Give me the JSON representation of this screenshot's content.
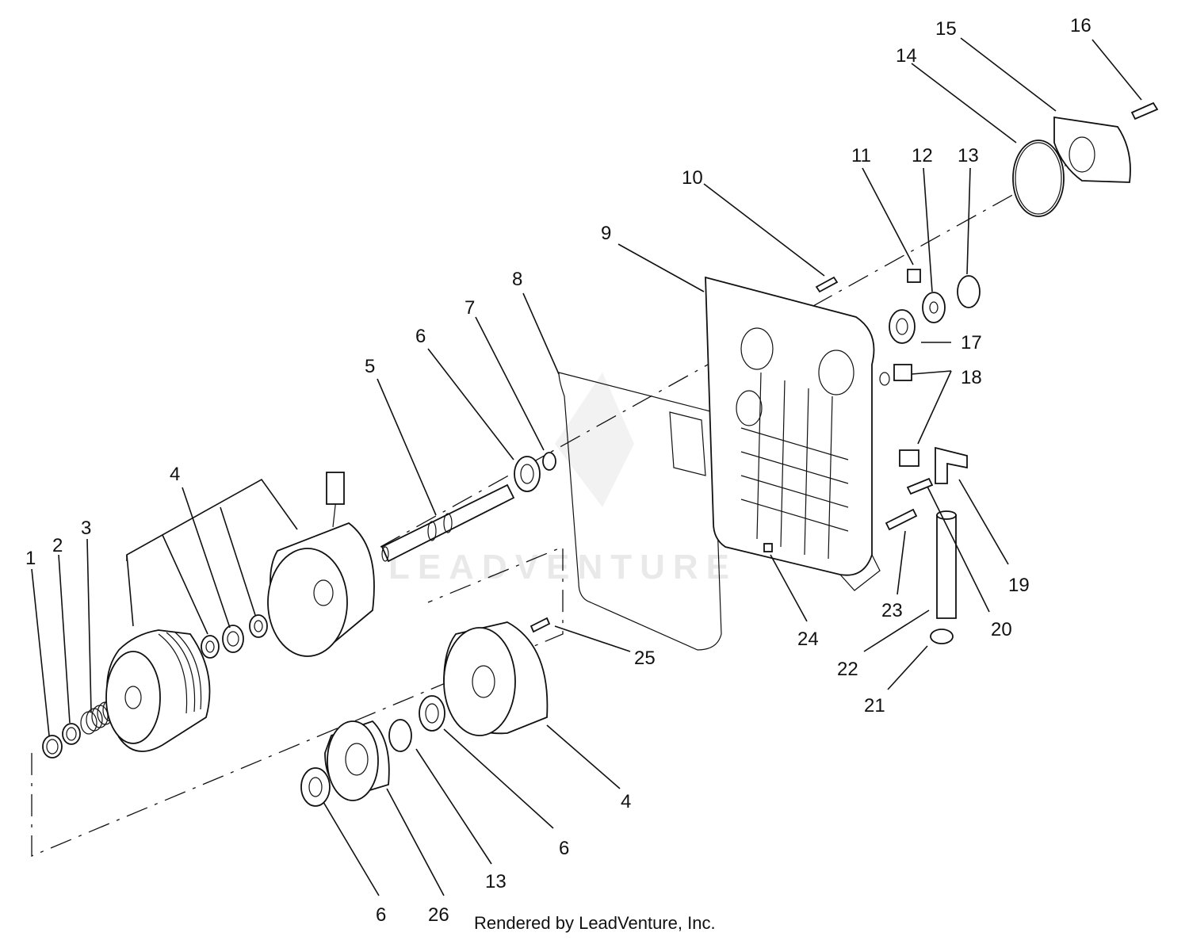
{
  "callouts": [
    "1",
    "2",
    "3",
    "4",
    "4",
    "5",
    "6",
    "6",
    "6",
    "7",
    "8",
    "9",
    "10",
    "11",
    "12",
    "13",
    "13",
    "14",
    "15",
    "16",
    "17",
    "18",
    "19",
    "20",
    "21",
    "22",
    "23",
    "24",
    "25",
    "26"
  ],
  "watermark_text": "LEADVENTURE",
  "footer": {
    "credit": "Rendered by LeadVenture, Inc."
  },
  "colors": {
    "line": "#111111",
    "background": "#ffffff",
    "watermark": "#d8d8d8"
  }
}
